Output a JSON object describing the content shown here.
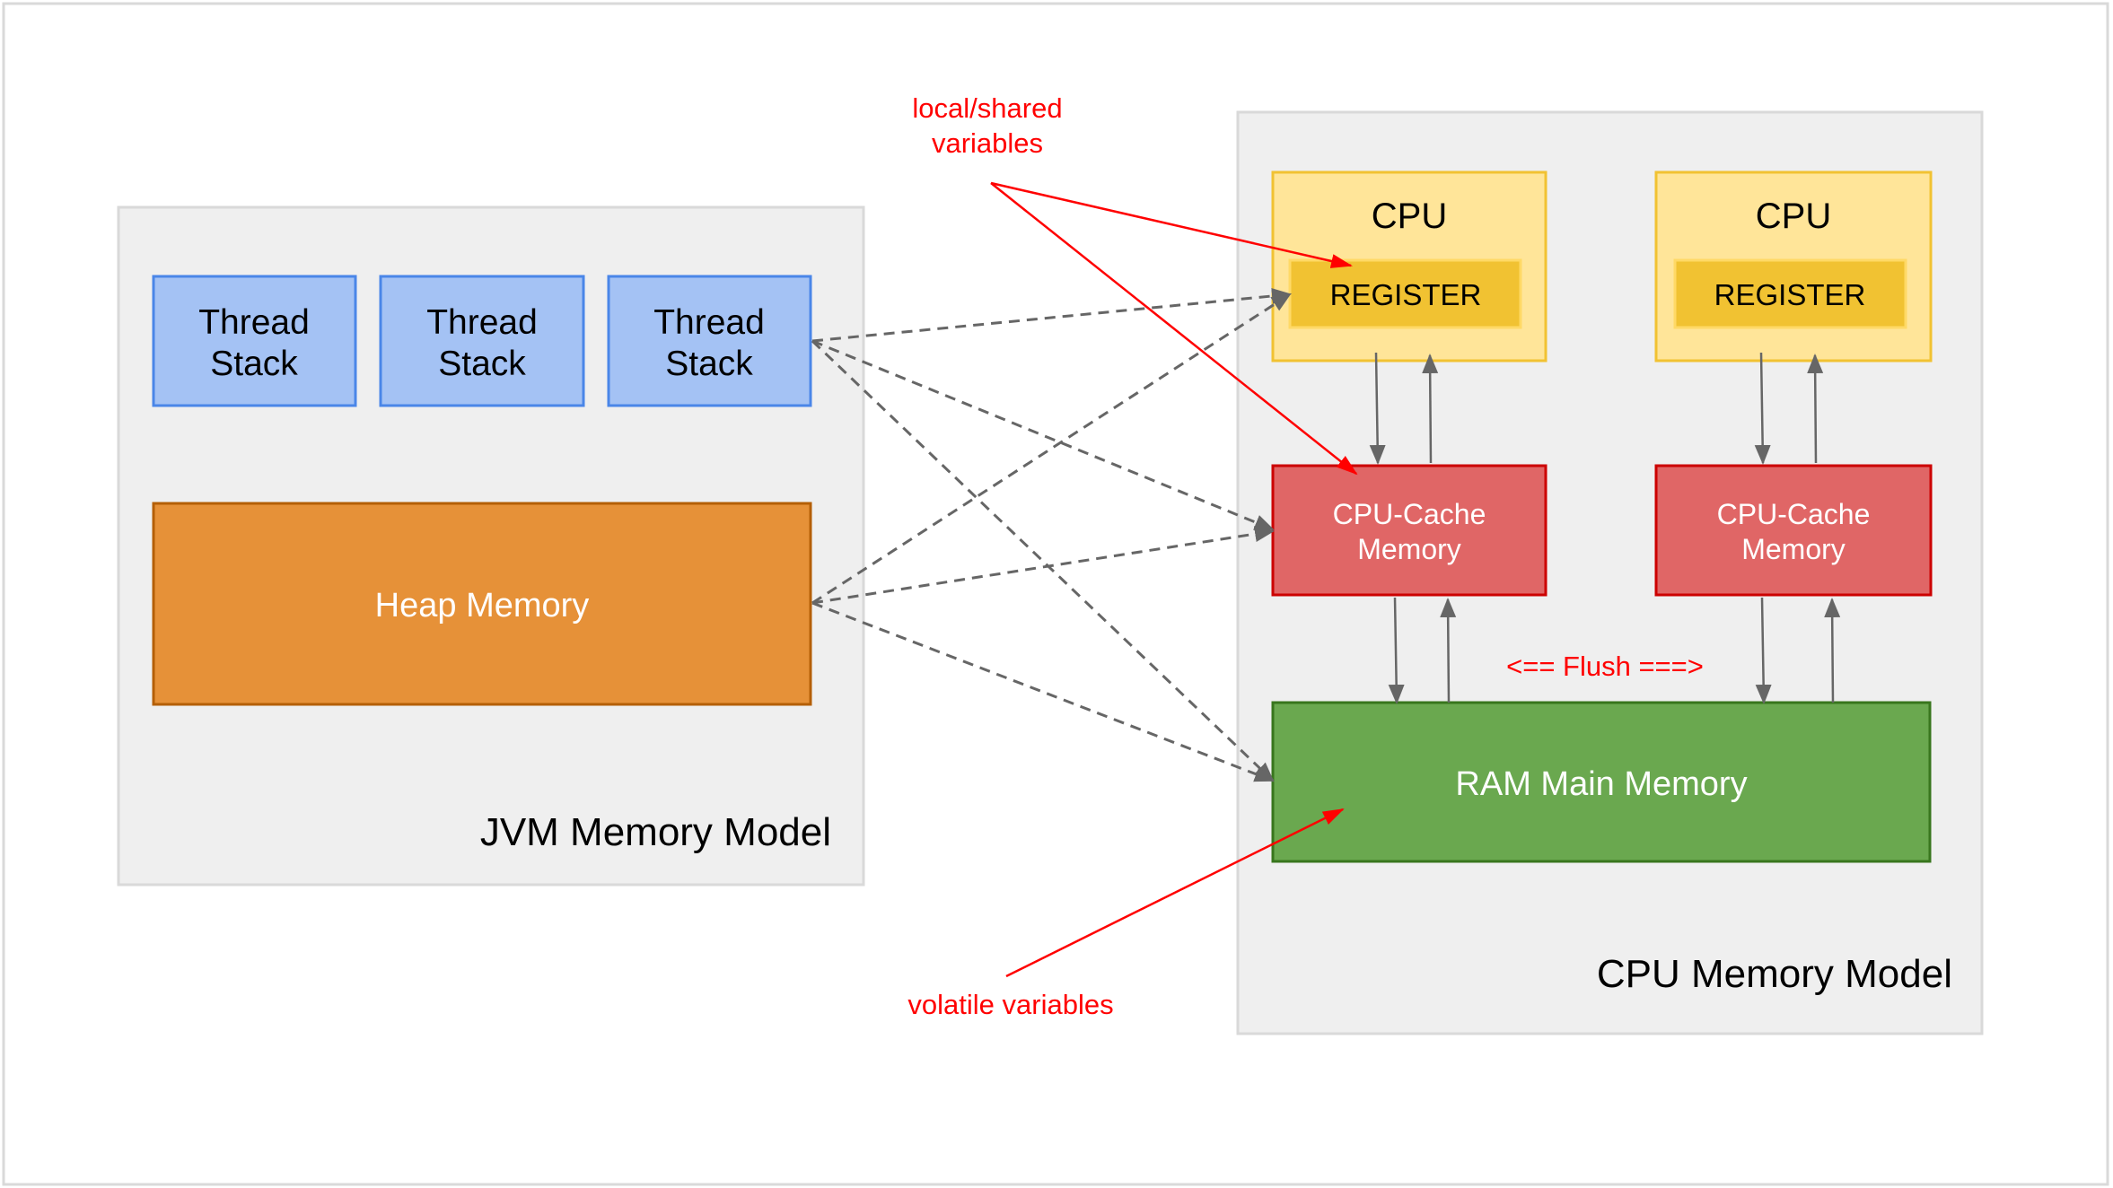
{
  "jvm": {
    "label": "JVM Memory Model",
    "thread_stacks": [
      {
        "line1": "Thread",
        "line2": "Stack"
      },
      {
        "line1": "Thread",
        "line2": "Stack"
      },
      {
        "line1": "Thread",
        "line2": "Stack"
      }
    ],
    "heap": "Heap Memory"
  },
  "cpu_model": {
    "label": "CPU Memory Model",
    "cpus": [
      {
        "title": "CPU",
        "register": "REGISTER",
        "cache_line1": "CPU-Cache",
        "cache_line2": "Memory"
      },
      {
        "title": "CPU",
        "register": "REGISTER",
        "cache_line1": "CPU-Cache",
        "cache_line2": "Memory"
      }
    ],
    "ram": "RAM Main Memory",
    "flush": "<== Flush ===>"
  },
  "annotations": {
    "local_shared_line1": "local/shared",
    "local_shared_line2": "variables",
    "volatile": "volatile variables"
  },
  "colors": {
    "thread_stack": "#a4c2f4",
    "heap": "#e69138",
    "cpu": "#ffe599",
    "register": "#f1c232",
    "cache": "#e06666",
    "ram": "#6aa84f",
    "annotation": "#ff0000",
    "container": "#efefef"
  }
}
